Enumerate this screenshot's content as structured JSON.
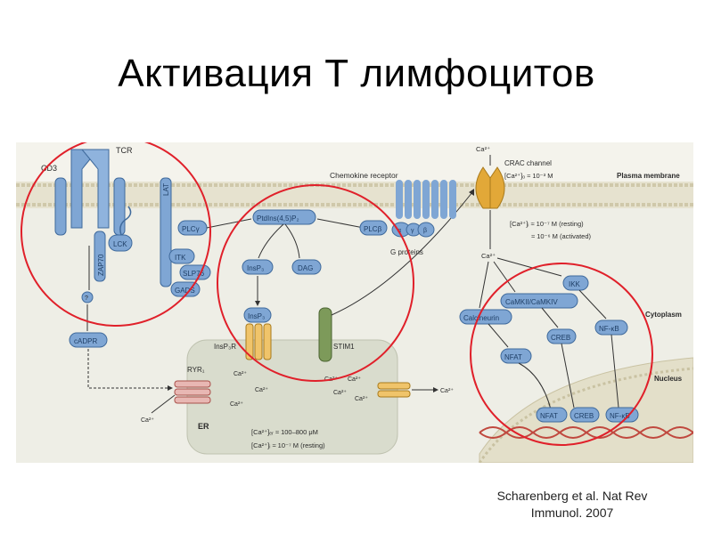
{
  "title": "Активация Т лимфоцитов",
  "citation": {
    "line1": "Scharenberg et al. Nat Rev",
    "line2": "Immunol. 2007"
  },
  "labels": {
    "tcr": "TCR",
    "cd3": "CD3",
    "zap70": "ZAP70",
    "lck": "LCK",
    "lat": "LAT",
    "plcg": "PLCγ",
    "itk": "ITK",
    "slp76": "SLP76",
    "gads": "GADS",
    "chemokine_receptor": "Chemokine receptor",
    "ptdins": "PtdIns(4,5)P₂",
    "plcb": "PLCβ",
    "g_alpha": "α",
    "g_gamma": "γ",
    "g_beta": "β",
    "g_proteins": "G proteins",
    "insp3": "InsP₃",
    "dag": "DAG",
    "insp3_on_receptor": "InsP₃",
    "insp3r": "InsP₃R",
    "stim1": "STIM1",
    "ryr": "RYR₁",
    "er": "ER",
    "camp": "?",
    "cadpr": "cADPR",
    "ca2": "Ca²⁺",
    "crac": "CRAC channel",
    "ca_out": "[Ca²⁺]ₒ ≈ 10⁻³ M",
    "plasma_membrane": "Plasma membrane",
    "ca_in_resting": "[Ca²⁺]ᵢ ≈ 10⁻⁷ M (resting)",
    "ca_in_activated": "≈ 10⁻⁶ M (activated)",
    "camk": "CaMKII/CaMKIV",
    "ikk": "IKK",
    "calcineurin": "Calcineurin",
    "creb": "CREB",
    "nfkb": "NF-κB",
    "nfat": "NFAT",
    "cytoplasm": "Cytoplasm",
    "nucleus": "Nucleus",
    "er_ca_1": "[Ca²⁺]ₑᵣ ≈ 100–800 μM",
    "er_ca_2": "[Ca²⁺]ᵢ ≈ 10⁻⁷ M (resting)"
  },
  "colors": {
    "highlight": "#e0202a",
    "protein": "#7fa6d4",
    "protein_stroke": "#3f6a9c",
    "membrane": "#e6e2cf",
    "er": "#d9dccd",
    "dna": "#c0483e",
    "channel": "#e2a838"
  }
}
